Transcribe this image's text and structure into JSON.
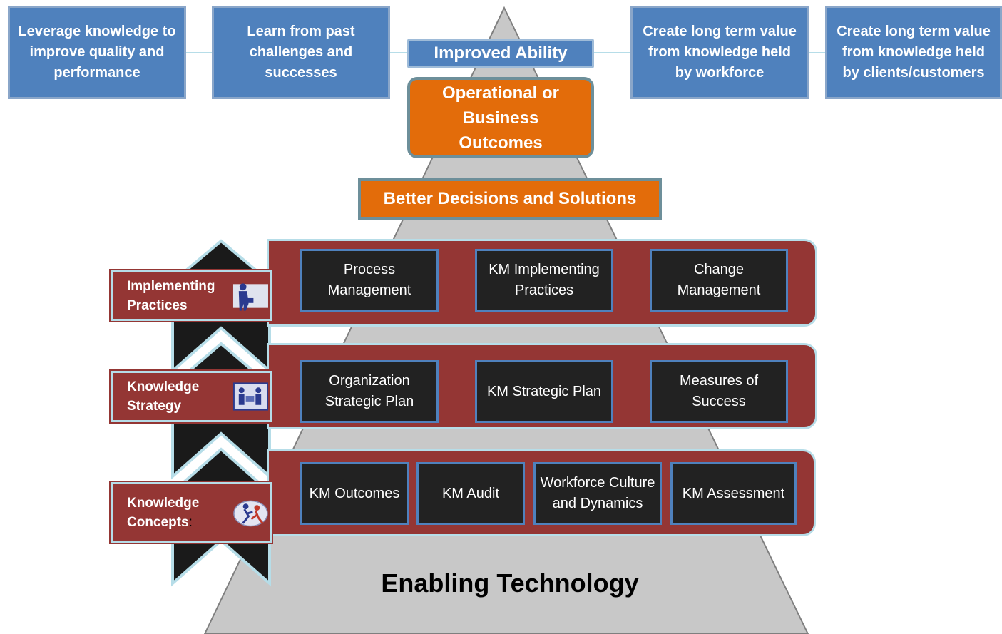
{
  "top_boxes": [
    "Leverage knowledge to improve quality and performance",
    "Learn from past challenges and successes",
    "Create long term value from knowledge held by workforce",
    "Create long term value from knowledge held by clients/customers"
  ],
  "improved_ability": "Improved Ability",
  "operational_outcomes": "Operational or Business Outcomes",
  "better_decisions": "Better  Decisions and Solutions",
  "layers": {
    "implementing_practices": {
      "label": "Implementing Practices",
      "icon": "businessperson-icon",
      "cells": [
        "Process Management",
        "KM Implementing Practices",
        "Change Management"
      ]
    },
    "knowledge_strategy": {
      "label": "Knowledge Strategy",
      "icon": "team-meeting-icon",
      "cells": [
        "Organization Strategic Plan",
        "KM Strategic Plan",
        "Measures of Success"
      ]
    },
    "knowledge_concepts": {
      "label": "Knowledge Concepts",
      "label_suffix": ":",
      "icon": "running-figures-icon",
      "cells": [
        "KM Outcomes",
        "KM Audit",
        "Workforce Culture and Dynamics",
        "KM Assessment"
      ]
    }
  },
  "foundation": "Enabling Technology",
  "colors": {
    "blue": "#4f81bd",
    "orange": "#e36c0a",
    "maroon": "#943634",
    "pyramid": "#c8c8c8",
    "cell_bg": "#222222"
  }
}
